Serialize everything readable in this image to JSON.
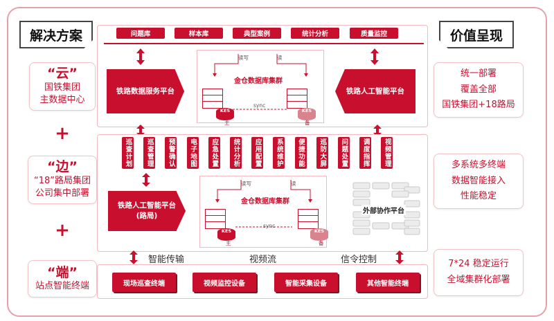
{
  "header": {
    "solution_title": "解决方案",
    "value_title": "价值呈现"
  },
  "left": {
    "cloud": {
      "title": "“云”",
      "desc1": "国铁集团",
      "desc2": "主数据中心"
    },
    "edge": {
      "title": "“边”",
      "desc1": "“18”路局集团",
      "desc2": "公司集中部署"
    },
    "end": {
      "title": "“端”",
      "desc1": "站点智能终端"
    },
    "plus": "+"
  },
  "right": {
    "value1": [
      "统一部署",
      "覆盖全部",
      "国铁集团+18路局"
    ],
    "value2": [
      "多系统多终端",
      "数据智能接入",
      "性能稳定"
    ],
    "value3": [
      "7*24 稳定运行",
      "全域集群化部署"
    ]
  },
  "top_tabs": [
    "问题库",
    "样本库",
    "典型案例",
    "统计分析",
    "质量监控"
  ],
  "cloud_layer": {
    "left_platform": "铁路数据服务平台",
    "right_platform": "铁路人工智能平台",
    "cluster_title": "金仓数据库集群",
    "read_write": "读写",
    "read": "读",
    "sync": "sync",
    "db_primary": "KES",
    "db_primary_role": "主",
    "db_standby": "KES",
    "db_standby_role": "备"
  },
  "app_buttons": [
    "巡查计划",
    "巡查管理",
    "预警确认",
    "电子地图",
    "应急处置",
    "统计分析",
    "应用配置",
    "系统维护",
    "便捷功能",
    "巡防大屏",
    "问题处置",
    "调度指挥",
    "视频管理"
  ],
  "edge_layer": {
    "left_platform_line1": "铁路人工智能平台",
    "left_platform_line2": "(路局)",
    "cluster_title": "金仓数据库集群",
    "read_write": "读写",
    "read": "读",
    "sync": "sync",
    "db_primary": "KES",
    "db_primary_role": "主",
    "db_standby": "KES",
    "db_standby_role": "备",
    "external": "外部协作平台"
  },
  "streams": [
    "智能传输",
    "视频流",
    "信令控制"
  ],
  "terminals": [
    "现场巡查终端",
    "视频监控设备",
    "智能采集设备",
    "其他智能终端"
  ],
  "colors": {
    "primary": "#c8102e",
    "border": "#f2b8bd"
  },
  "icons": [
    "server-icon",
    "database-icon",
    "up-down-arrow-icon"
  ]
}
